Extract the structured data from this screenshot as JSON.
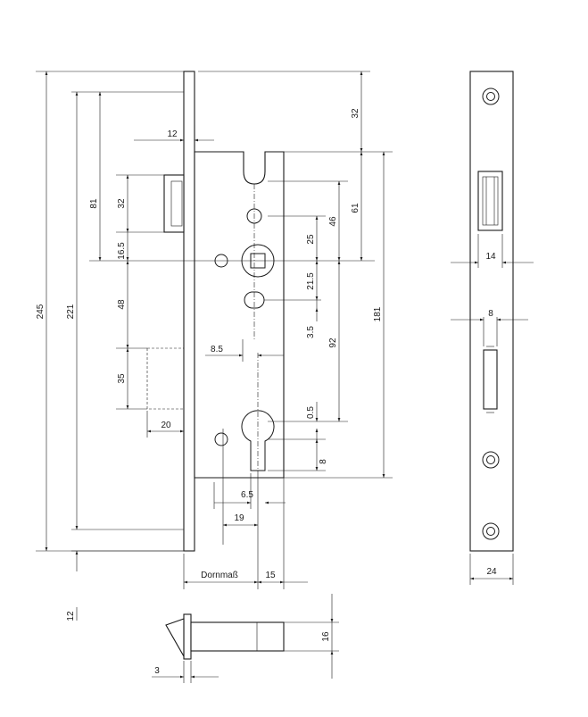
{
  "dimensions": {
    "d245": "245",
    "d221": "221",
    "d81": "81",
    "d32_latch": "32",
    "d16_5": "16.5",
    "d48": "48",
    "d35": "35",
    "d20": "20",
    "d12_top": "12",
    "d12_bottom": "12",
    "d32_top": "32",
    "d61": "61",
    "d46": "46",
    "d25": "25",
    "d21_5": "21.5",
    "d3_5": "3.5",
    "d92": "92",
    "d181": "181",
    "d0_5": "0.5",
    "d8_right": "8",
    "d8_5": "8.5",
    "d6_5": "6.5",
    "d19": "19",
    "d15": "15",
    "dornmass": "Dornmaß",
    "d16": "16",
    "d3": "3",
    "d14": "14",
    "d8_plate": "8",
    "d24": "24"
  }
}
